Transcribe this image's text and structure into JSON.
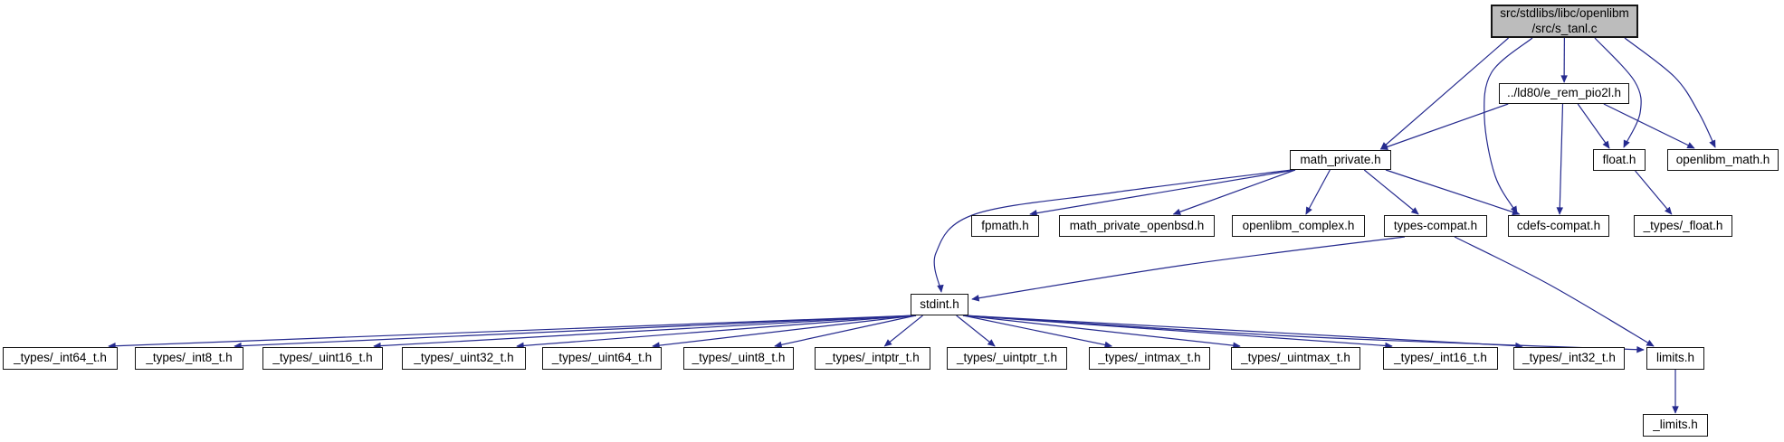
{
  "diagram": {
    "kind": "include-dependency-graph",
    "root_file": "src/stdlibs/libc/openlibm/src/s_tanl.c"
  },
  "graph": {
    "colors": {
      "edge": "#252a8e",
      "node_border": "#141414",
      "node_fill": "#ffffff",
      "root_fill": "#bcbcbc",
      "text": "#000000",
      "background": "#ffffff"
    },
    "nodes": [
      {
        "id": "s_tanl",
        "label": "src/stdlibs/libc/openlibm\n/src/s_tanl.c",
        "highlight": true
      },
      {
        "id": "e_rem_pio2l",
        "label": "../ld80/e_rem_pio2l.h"
      },
      {
        "id": "math_private",
        "label": "math_private.h"
      },
      {
        "id": "float_h",
        "label": "float.h"
      },
      {
        "id": "openlibm_math",
        "label": "openlibm_math.h"
      },
      {
        "id": "fpmath",
        "label": "fpmath.h"
      },
      {
        "id": "mp_openbsd",
        "label": "math_private_openbsd.h"
      },
      {
        "id": "openlibm_complex",
        "label": "openlibm_complex.h"
      },
      {
        "id": "types_compat",
        "label": "types-compat.h"
      },
      {
        "id": "cdefs_compat",
        "label": "cdefs-compat.h"
      },
      {
        "id": "types_float",
        "label": "_types/_float.h"
      },
      {
        "id": "stdint",
        "label": "stdint.h"
      },
      {
        "id": "int64",
        "label": "_types/_int64_t.h"
      },
      {
        "id": "int8",
        "label": "_types/_int8_t.h"
      },
      {
        "id": "uint16",
        "label": "_types/_uint16_t.h"
      },
      {
        "id": "uint32",
        "label": "_types/_uint32_t.h"
      },
      {
        "id": "uint64",
        "label": "_types/_uint64_t.h"
      },
      {
        "id": "uint8",
        "label": "_types/_uint8_t.h"
      },
      {
        "id": "intptr",
        "label": "_types/_intptr_t.h"
      },
      {
        "id": "uintptr",
        "label": "_types/_uintptr_t.h"
      },
      {
        "id": "intmax",
        "label": "_types/_intmax_t.h"
      },
      {
        "id": "uintmax",
        "label": "_types/_uintmax_t.h"
      },
      {
        "id": "int16",
        "label": "_types/_int16_t.h"
      },
      {
        "id": "int32",
        "label": "_types/_int32_t.h"
      },
      {
        "id": "limits",
        "label": "limits.h"
      },
      {
        "id": "_limits",
        "label": "_limits.h"
      }
    ],
    "edges": [
      {
        "from": "s_tanl",
        "to": "e_rem_pio2l"
      },
      {
        "from": "s_tanl",
        "to": "math_private"
      },
      {
        "from": "s_tanl",
        "to": "float_h"
      },
      {
        "from": "s_tanl",
        "to": "openlibm_math"
      },
      {
        "from": "s_tanl",
        "to": "cdefs_compat"
      },
      {
        "from": "e_rem_pio2l",
        "to": "math_private"
      },
      {
        "from": "e_rem_pio2l",
        "to": "float_h"
      },
      {
        "from": "e_rem_pio2l",
        "to": "openlibm_math"
      },
      {
        "from": "e_rem_pio2l",
        "to": "cdefs_compat"
      },
      {
        "from": "math_private",
        "to": "fpmath"
      },
      {
        "from": "math_private",
        "to": "mp_openbsd"
      },
      {
        "from": "math_private",
        "to": "openlibm_complex"
      },
      {
        "from": "math_private",
        "to": "types_compat"
      },
      {
        "from": "math_private",
        "to": "cdefs_compat"
      },
      {
        "from": "math_private",
        "to": "stdint"
      },
      {
        "from": "float_h",
        "to": "types_float"
      },
      {
        "from": "types_compat",
        "to": "stdint"
      },
      {
        "from": "types_compat",
        "to": "limits"
      },
      {
        "from": "stdint",
        "to": "int64"
      },
      {
        "from": "stdint",
        "to": "int8"
      },
      {
        "from": "stdint",
        "to": "uint16"
      },
      {
        "from": "stdint",
        "to": "uint32"
      },
      {
        "from": "stdint",
        "to": "uint64"
      },
      {
        "from": "stdint",
        "to": "uint8"
      },
      {
        "from": "stdint",
        "to": "intptr"
      },
      {
        "from": "stdint",
        "to": "uintptr"
      },
      {
        "from": "stdint",
        "to": "intmax"
      },
      {
        "from": "stdint",
        "to": "uintmax"
      },
      {
        "from": "stdint",
        "to": "int16"
      },
      {
        "from": "stdint",
        "to": "int32"
      },
      {
        "from": "stdint",
        "to": "limits"
      },
      {
        "from": "limits",
        "to": "_limits"
      }
    ]
  }
}
